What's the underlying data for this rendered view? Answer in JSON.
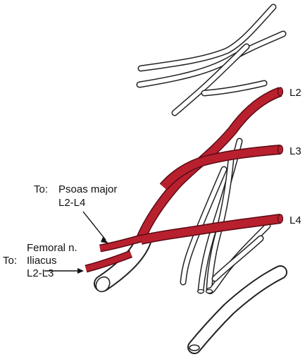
{
  "labels": {
    "l2": "L2",
    "l3": "L3",
    "l4": "L4",
    "psoas_to": "To:",
    "psoas_name": "Psoas major",
    "psoas_levels": "L2-L4",
    "femoral_name": "Femoral n.",
    "iliacus_to": "To:",
    "iliacus_name": "Iliacus",
    "iliacus_levels": "L2-L3"
  },
  "colors": {
    "nerve_red": "#b8202e",
    "outline": "#222222",
    "text": "#111111"
  }
}
